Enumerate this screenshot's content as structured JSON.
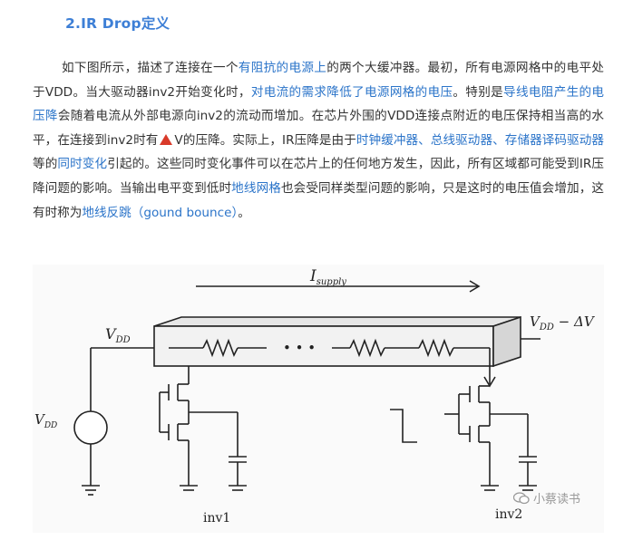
{
  "heading": "2.IR Drop定义",
  "paragraph": {
    "s1": "如下图所示，描述了连接在一个",
    "h1": "有阻抗的电源上",
    "s2": "的两个大缓冲器。最初，所有电源网格中的电平处于VDD。当大驱动器inv2开始变化时，",
    "h2": "对电流的需求降低了电源网格的电压",
    "s3": "。特别是",
    "h3": "导线电阻产生的电压降",
    "s4": "会随着电流从外部电源向inv2的流动而增加。在芯片外围的VDD连接点附近的电压保持相当高的水平，在连接到inv2时有",
    "s5": "V的压降。实际上，IR压降是由于",
    "h4": "时钟缓冲器、总线驱动器、存储器译码驱动器",
    "s6": "等的",
    "h5": "同时变化",
    "s7": "引起的。这些同时变化事件可以在芯片上的任何地方发生，因此，所有区域都可能受到IR压降问题的影响。当输出电平变到低时",
    "h6": "地线网格",
    "s8": "也会受同样类型问题的影响，只是这时的电压值会增加，这有时称为",
    "h7": "地线反跳（gound bounce）",
    "s9": "。"
  },
  "figure": {
    "i_supply": "I",
    "i_supply_sub": "supply",
    "vdd_left": "V",
    "vdd_left_sub": "DD",
    "vdd_right": "V",
    "vdd_right_sub": "DD",
    "vdd_right_suffix": " − ΔV",
    "vdd_source": "V",
    "vdd_source_sub": "DD",
    "dots": "• • •",
    "inv1": "inv1",
    "inv2": "inv2"
  },
  "watermark": "小蔡读书",
  "colors": {
    "link": "#2b74c9",
    "heading": "#3d7fd6",
    "warning_triangle": "#d93a2a"
  }
}
